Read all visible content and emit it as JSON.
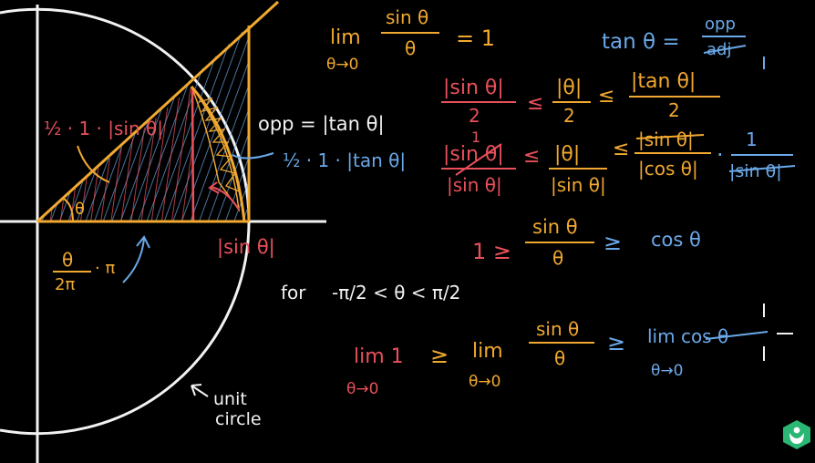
{
  "colors": {
    "background": "#000000",
    "white": "#f2f2f2",
    "orange": "#f0a830",
    "blue": "#6aa8e8",
    "red": "#e8505a",
    "logo_green": "#2ab673"
  },
  "limit_statement": {
    "lim": "lim",
    "sub": "θ→0",
    "num": "sin θ",
    "den": "θ",
    "rhs": "= 1"
  },
  "tan_def": {
    "lhs": "tan θ =",
    "num": "opp",
    "den": "adj"
  },
  "area_ineq_1": {
    "a_num": "|sin θ|",
    "a_den": "2",
    "le1": "≤",
    "b_num": "|θ|",
    "b_den": "2",
    "le2": "≤",
    "c_num": "|tan θ|",
    "c_den": "2"
  },
  "area_ineq_2": {
    "one": "1",
    "a_num": "|sin θ|",
    "a_den": "|sin θ|",
    "le1": "≤",
    "b_num": "|θ|",
    "b_den": "|sin θ|",
    "le2": "≤",
    "c_num": "|sin θ|",
    "c_den": "|cos θ|",
    "dot": "·",
    "d_num": "1",
    "d_den": "|sin θ|"
  },
  "ineq_3": {
    "left": "1 ≥",
    "num": "sin θ",
    "den": "θ",
    "ge": "≥",
    "right": "cos θ"
  },
  "domain": {
    "for": "for",
    "cond": "-π/2 < θ < π/2"
  },
  "limits_ineq": {
    "lim1": "lim 1",
    "sub1": "θ→0",
    "ge1": "≥",
    "lim2": "lim",
    "sub2": "θ→0",
    "num": "sin θ",
    "den": "θ",
    "ge2": "≥",
    "lim3": "lim cos θ",
    "sub3": "θ→0"
  },
  "diagram": {
    "small_triangle_area": "½ · 1 · |sin θ|",
    "opp_label": "opp = |tan θ|",
    "big_triangle_area": "½ · 1 · |tan θ|",
    "theta": "θ",
    "sector_area_num": "θ",
    "sector_area_den": "2π",
    "sector_area_pi": "· π",
    "sin_label": "|sin θ|",
    "unit_circle_1": "unit",
    "unit_circle_2": "circle"
  }
}
